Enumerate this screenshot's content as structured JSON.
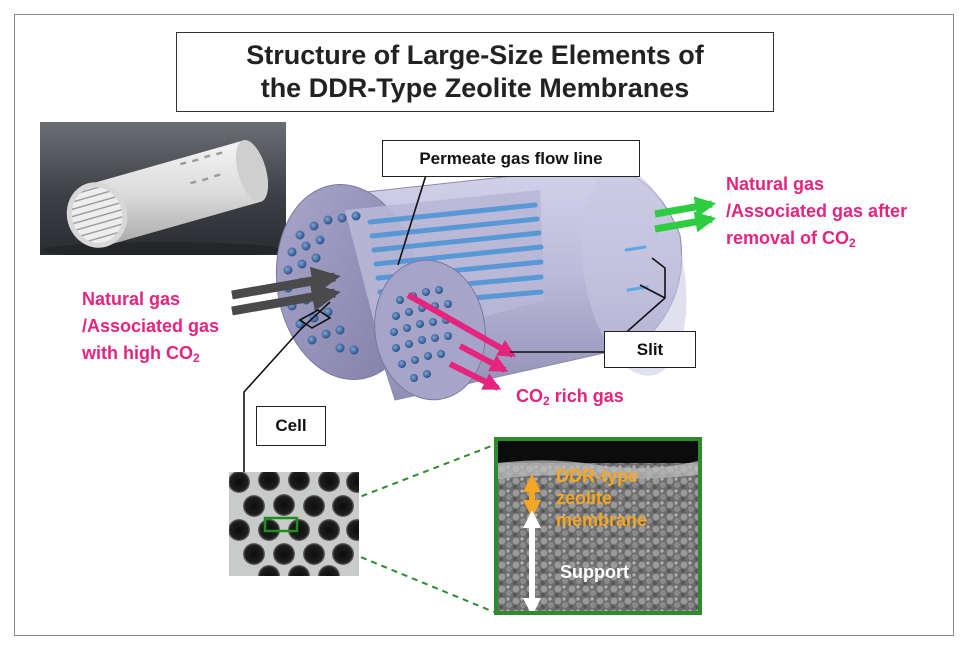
{
  "title": {
    "line1": "Structure of Large-Size Elements of",
    "line2": "the DDR-Type Zeolite Membranes"
  },
  "labels": {
    "permeate": "Permeate gas flow line",
    "slit": "Slit",
    "cell": "Cell"
  },
  "inlet": {
    "line1": "Natural gas",
    "line2": "/Associated gas",
    "line3_text": "with high CO",
    "line3_sub": "2"
  },
  "outlet": {
    "line1": "Natural gas",
    "line2": "/Associated gas after",
    "line3_text": "removal of CO",
    "line3_sub": "2"
  },
  "co2_rich": {
    "prefix": "CO",
    "sub": "2",
    "suffix": " rich gas"
  },
  "sem": {
    "membrane_line1": "DDR-type",
    "membrane_line2": "zeolite",
    "membrane_line3": "membrane",
    "support": "Support"
  },
  "colors": {
    "pink": "#e6247d",
    "green_arrow": "#2ecc40",
    "membrane_orange": "#f5a623",
    "sem_border": "#2e8b2e",
    "channel_blue": "#5aa9e6"
  },
  "icons": {
    "inlet_arrows": "dark-gray-double-arrow",
    "outlet_arrows": "green-double-arrow",
    "co2_arrows": "pink-double-arrow",
    "membrane_thickness": "orange-double-headed-arrow",
    "support_thickness": "white-double-headed-arrow"
  }
}
